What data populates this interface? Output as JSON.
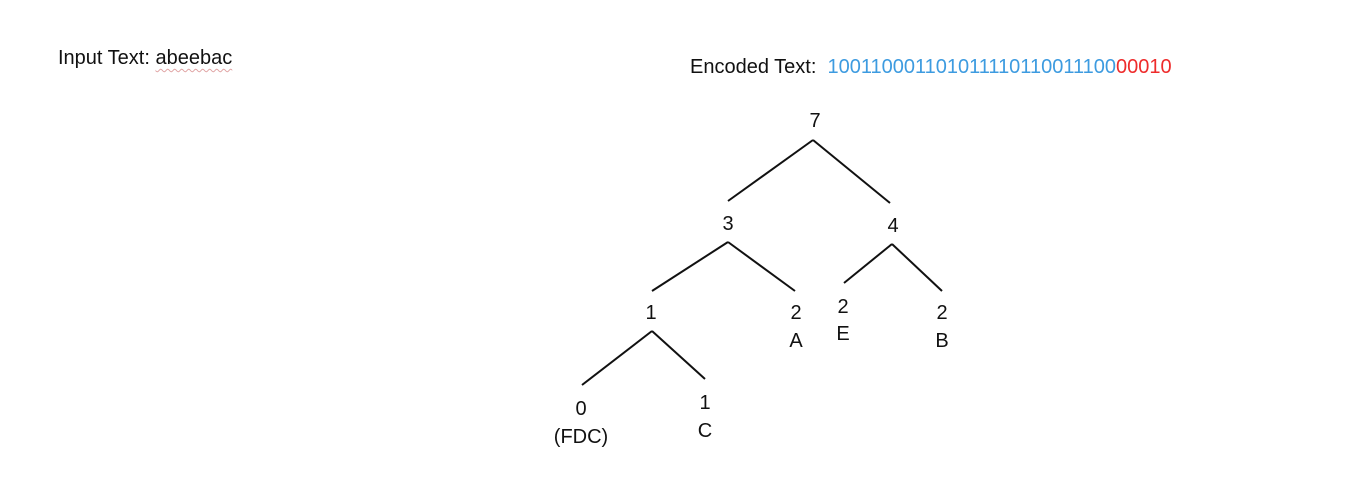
{
  "input": {
    "label": "Input Text:",
    "value": "abeebac"
  },
  "encoded": {
    "label": "Encoded Text:",
    "bits_main": "100110001101011110110011100",
    "bits_tail": "00010",
    "bits_main_color": "#3d9be0",
    "bits_tail_color": "#ee2b2b"
  },
  "tree": {
    "nodes": [
      {
        "id": "root",
        "weight": "7",
        "symbol": ""
      },
      {
        "id": "n3",
        "weight": "3",
        "symbol": ""
      },
      {
        "id": "n4",
        "weight": "4",
        "symbol": ""
      },
      {
        "id": "n1",
        "weight": "1",
        "symbol": ""
      },
      {
        "id": "leafA",
        "weight": "2",
        "symbol": "A"
      },
      {
        "id": "leafE",
        "weight": "2",
        "symbol": "E"
      },
      {
        "id": "leafB",
        "weight": "2",
        "symbol": "B"
      },
      {
        "id": "leafFDC",
        "weight": "0",
        "symbol": "(FDC)"
      },
      {
        "id": "leafC",
        "weight": "1",
        "symbol": "C"
      }
    ],
    "edges": [
      [
        "root",
        "n3"
      ],
      [
        "root",
        "n4"
      ],
      [
        "n3",
        "n1"
      ],
      [
        "n3",
        "leafA"
      ],
      [
        "n4",
        "leafE"
      ],
      [
        "n4",
        "leafB"
      ],
      [
        "n1",
        "leafFDC"
      ],
      [
        "n1",
        "leafC"
      ]
    ]
  }
}
